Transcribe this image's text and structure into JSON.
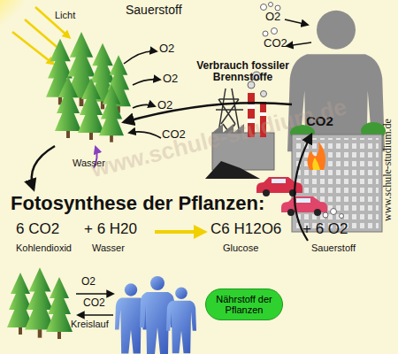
{
  "diagram": {
    "title": "Fotosynthese der Pflanzen:",
    "nodes": [
      {
        "text": [
          "Nährstoff der Pflanzen"
        ]
      }
    ],
    "labels": [
      "Licht",
      "Sauerstoff",
      "O2",
      "O2",
      "O2",
      "O2",
      "CO2",
      "Verbrauch fossiler Brennstoffe",
      "CO2",
      "CO2",
      "Wasser",
      "6 CO2",
      "+ 6 H20",
      "C6 H12O6",
      "+ 6 O2",
      "Kohlendioxid",
      "Wasser",
      "Glucose",
      "Sauerstoff",
      "O2",
      "CO2",
      "Kreislauf",
      "www.schule-studium.de",
      "www.schule-studium.de"
    ]
  }
}
